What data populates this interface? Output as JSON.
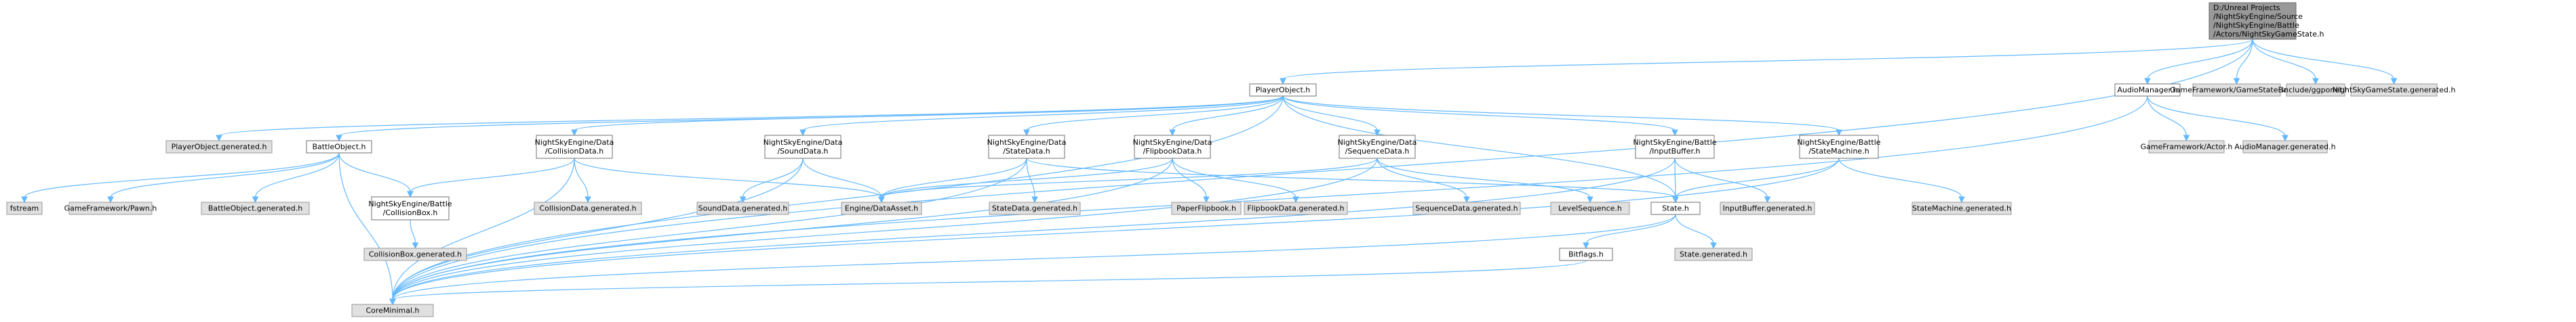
{
  "diagram": {
    "title": "",
    "colors": {
      "edge": "#63b8ff",
      "root_fill": "#999999",
      "header_fill": "#ffffff",
      "external_fill": "#e0e0e0",
      "border": "#6f6f6f"
    },
    "nodes": [
      {
        "id": "root",
        "kind": "root",
        "lines": [
          "D:/Unreal Projects",
          "/NightSkyEngine/Source",
          "/NightSkyEngine/Battle",
          "/Actors/NightSkyGameState.h"
        ]
      },
      {
        "id": "playerobject",
        "kind": "ref",
        "lines": [
          "PlayerObject.h"
        ]
      },
      {
        "id": "audiomanager",
        "kind": "ref",
        "lines": [
          "AudioManager.h"
        ]
      },
      {
        "id": "gamestatebase",
        "kind": "gray",
        "lines": [
          "GameFramework/GameStateBase.h"
        ]
      },
      {
        "id": "ggponet",
        "kind": "gray",
        "lines": [
          "include/ggponet.h"
        ]
      },
      {
        "id": "gamestategen",
        "kind": "gray",
        "lines": [
          "NightSkyGameState.generated.h"
        ]
      },
      {
        "id": "playerobjectgen",
        "kind": "gray",
        "lines": [
          "PlayerObject.generated.h"
        ]
      },
      {
        "id": "battleobject",
        "kind": "ref",
        "lines": [
          "BattleObject.h"
        ]
      },
      {
        "id": "collisiondata",
        "kind": "ref",
        "lines": [
          "NightSkyEngine/Data",
          "/CollisionData.h"
        ]
      },
      {
        "id": "sounddata",
        "kind": "ref",
        "lines": [
          "NightSkyEngine/Data",
          "/SoundData.h"
        ]
      },
      {
        "id": "statedata",
        "kind": "ref",
        "lines": [
          "NightSkyEngine/Data",
          "/StateData.h"
        ]
      },
      {
        "id": "flipbookdata",
        "kind": "ref",
        "lines": [
          "NightSkyEngine/Data",
          "/FlipbookData.h"
        ]
      },
      {
        "id": "sequencedata",
        "kind": "ref",
        "lines": [
          "NightSkyEngine/Data",
          "/SequenceData.h"
        ]
      },
      {
        "id": "inputbuffer",
        "kind": "ref",
        "lines": [
          "NightSkyEngine/Battle",
          "/InputBuffer.h"
        ]
      },
      {
        "id": "statemachine",
        "kind": "ref",
        "lines": [
          "NightSkyEngine/Battle",
          "/StateMachine.h"
        ]
      },
      {
        "id": "actor",
        "kind": "gray",
        "lines": [
          "GameFramework/Actor.h"
        ]
      },
      {
        "id": "audiomanagergen",
        "kind": "gray",
        "lines": [
          "AudioManager.generated.h"
        ]
      },
      {
        "id": "fstream",
        "kind": "gray",
        "lines": [
          "fstream"
        ]
      },
      {
        "id": "pawn",
        "kind": "gray",
        "lines": [
          "GameFramework/Pawn.h"
        ]
      },
      {
        "id": "battleobjectgen",
        "kind": "gray",
        "lines": [
          "BattleObject.generated.h"
        ]
      },
      {
        "id": "collisionbox",
        "kind": "ref",
        "lines": [
          "NightSkyEngine/Battle",
          "/CollisionBox.h"
        ]
      },
      {
        "id": "collisiondatagen",
        "kind": "gray",
        "lines": [
          "CollisionData.generated.h"
        ]
      },
      {
        "id": "sounddatagen",
        "kind": "gray",
        "lines": [
          "SoundData.generated.h"
        ]
      },
      {
        "id": "dataasset",
        "kind": "gray",
        "lines": [
          "Engine/DataAsset.h"
        ]
      },
      {
        "id": "statedatagen",
        "kind": "gray",
        "lines": [
          "StateData.generated.h"
        ]
      },
      {
        "id": "paperflipbook",
        "kind": "gray",
        "lines": [
          "PaperFlipbook.h"
        ]
      },
      {
        "id": "flipbookdatagen",
        "kind": "gray",
        "lines": [
          "FlipbookData.generated.h"
        ]
      },
      {
        "id": "sequencedatagen",
        "kind": "gray",
        "lines": [
          "SequenceData.generated.h"
        ]
      },
      {
        "id": "levelsequence",
        "kind": "gray",
        "lines": [
          "LevelSequence.h"
        ]
      },
      {
        "id": "state",
        "kind": "ref",
        "lines": [
          "State.h"
        ]
      },
      {
        "id": "inputbuffergen",
        "kind": "gray",
        "lines": [
          "InputBuffer.generated.h"
        ]
      },
      {
        "id": "statemachinegen",
        "kind": "gray",
        "lines": [
          "StateMachine.generated.h"
        ]
      },
      {
        "id": "collisionboxgen",
        "kind": "gray",
        "lines": [
          "CollisionBox.generated.h"
        ]
      },
      {
        "id": "bitflags",
        "kind": "ref",
        "lines": [
          "Bitflags.h"
        ]
      },
      {
        "id": "stategen",
        "kind": "gray",
        "lines": [
          "State.generated.h"
        ]
      },
      {
        "id": "coreminimal",
        "kind": "gray",
        "lines": [
          "CoreMinimal.h"
        ]
      }
    ],
    "edges": [
      [
        "root",
        "playerobject"
      ],
      [
        "root",
        "audiomanager"
      ],
      [
        "root",
        "gamestatebase"
      ],
      [
        "root",
        "ggponet"
      ],
      [
        "root",
        "gamestategen"
      ],
      [
        "root",
        "coreminimal"
      ],
      [
        "playerobject",
        "playerobjectgen"
      ],
      [
        "playerobject",
        "battleobject"
      ],
      [
        "playerobject",
        "collisiondata"
      ],
      [
        "playerobject",
        "sounddata"
      ],
      [
        "playerobject",
        "statedata"
      ],
      [
        "playerobject",
        "flipbookdata"
      ],
      [
        "playerobject",
        "sequencedata"
      ],
      [
        "playerobject",
        "inputbuffer"
      ],
      [
        "playerobject",
        "statemachine"
      ],
      [
        "playerobject",
        "state"
      ],
      [
        "playerobject",
        "coreminimal"
      ],
      [
        "audiomanager",
        "actor"
      ],
      [
        "audiomanager",
        "audiomanagergen"
      ],
      [
        "audiomanager",
        "coreminimal"
      ],
      [
        "battleobject",
        "fstream"
      ],
      [
        "battleobject",
        "pawn"
      ],
      [
        "battleobject",
        "battleobjectgen"
      ],
      [
        "battleobject",
        "collisionbox"
      ],
      [
        "battleobject",
        "coreminimal"
      ],
      [
        "collisiondata",
        "collisionbox"
      ],
      [
        "collisiondata",
        "collisiondatagen"
      ],
      [
        "collisiondata",
        "dataasset"
      ],
      [
        "collisiondata",
        "coreminimal"
      ],
      [
        "sounddata",
        "sounddatagen"
      ],
      [
        "sounddata",
        "dataasset"
      ],
      [
        "sounddata",
        "coreminimal"
      ],
      [
        "statedata",
        "dataasset"
      ],
      [
        "statedata",
        "statedatagen"
      ],
      [
        "statedata",
        "state"
      ],
      [
        "statedata",
        "coreminimal"
      ],
      [
        "flipbookdata",
        "dataasset"
      ],
      [
        "flipbookdata",
        "paperflipbook"
      ],
      [
        "flipbookdata",
        "flipbookdatagen"
      ],
      [
        "flipbookdata",
        "coreminimal"
      ],
      [
        "sequencedata",
        "dataasset"
      ],
      [
        "sequencedata",
        "sequencedatagen"
      ],
      [
        "sequencedata",
        "levelsequence"
      ],
      [
        "sequencedata",
        "coreminimal"
      ],
      [
        "inputbuffer",
        "state"
      ],
      [
        "inputbuffer",
        "inputbuffergen"
      ],
      [
        "inputbuffer",
        "coreminimal"
      ],
      [
        "statemachine",
        "state"
      ],
      [
        "statemachine",
        "statemachinegen"
      ],
      [
        "statemachine",
        "coreminimal"
      ],
      [
        "collisionbox",
        "collisionboxgen"
      ],
      [
        "state",
        "bitflags"
      ],
      [
        "state",
        "stategen"
      ],
      [
        "state",
        "coreminimal"
      ],
      [
        "bitflags",
        "coreminimal"
      ]
    ]
  }
}
